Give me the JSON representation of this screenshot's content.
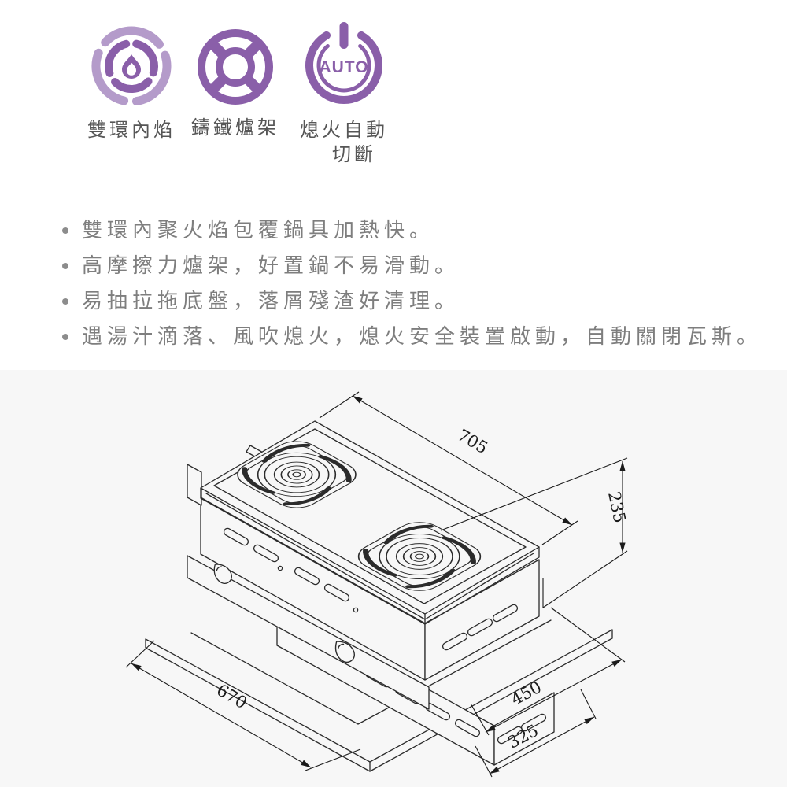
{
  "features": {
    "icons": [
      {
        "name": "double-ring-inner-flame",
        "label_line1": "雙環內焰"
      },
      {
        "name": "cast-iron-trivet",
        "label_line1": "鑄鐵爐架"
      },
      {
        "name": "auto-flameout-cutoff",
        "label_line1": "熄火自動",
        "label_line2": "切斷",
        "badge": "AUTO"
      }
    ]
  },
  "bullets": [
    "雙環內聚火焰包覆鍋具加熱快。",
    "高摩擦力爐架，好置鍋不易滑動。",
    "易抽拉拖底盤，落屑殘渣好清理。",
    "遇湯汁滴落、風吹熄火，熄火安全裝置啟動，自動關閉瓦斯。"
  ],
  "diagram": {
    "dimensions": {
      "top_edge": "705",
      "right_height": "235",
      "bottom_left": "670",
      "base_depth": "450",
      "cutout_depth": "325"
    }
  },
  "colors": {
    "icon_purple": "#8a5fa9",
    "icon_purple_light": "#b49bca",
    "bullet_text": "#7e7e7e",
    "label_text": "#565656",
    "drawing_line": "#2b2b2b",
    "diagram_bg": "#f7f7f7"
  }
}
